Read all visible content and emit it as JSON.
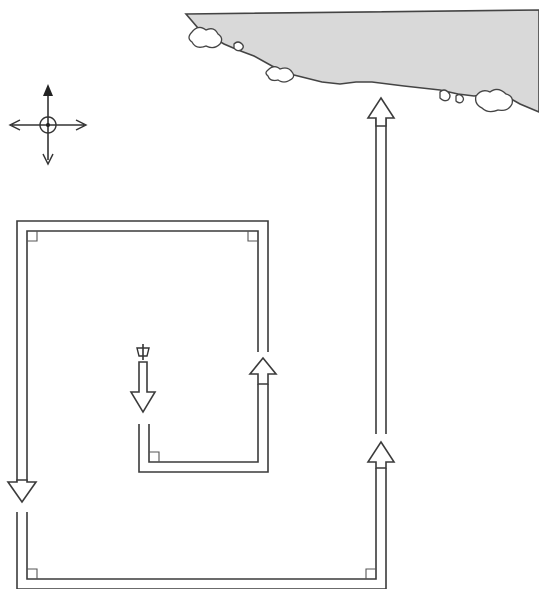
{
  "diagram": {
    "type": "walking-route-diagram",
    "background_color": "#ffffff",
    "line_color": "#3a3a3a",
    "coast_fill_color": "#d9d9d9",
    "elements": {
      "compass": "compass-rose-icon",
      "start": "start-marker-icon",
      "shore": "shoreline-area",
      "arrows": [
        "down-arrow",
        "up-arrow",
        "down-arrow",
        "up-arrow",
        "up-arrow"
      ]
    }
  }
}
